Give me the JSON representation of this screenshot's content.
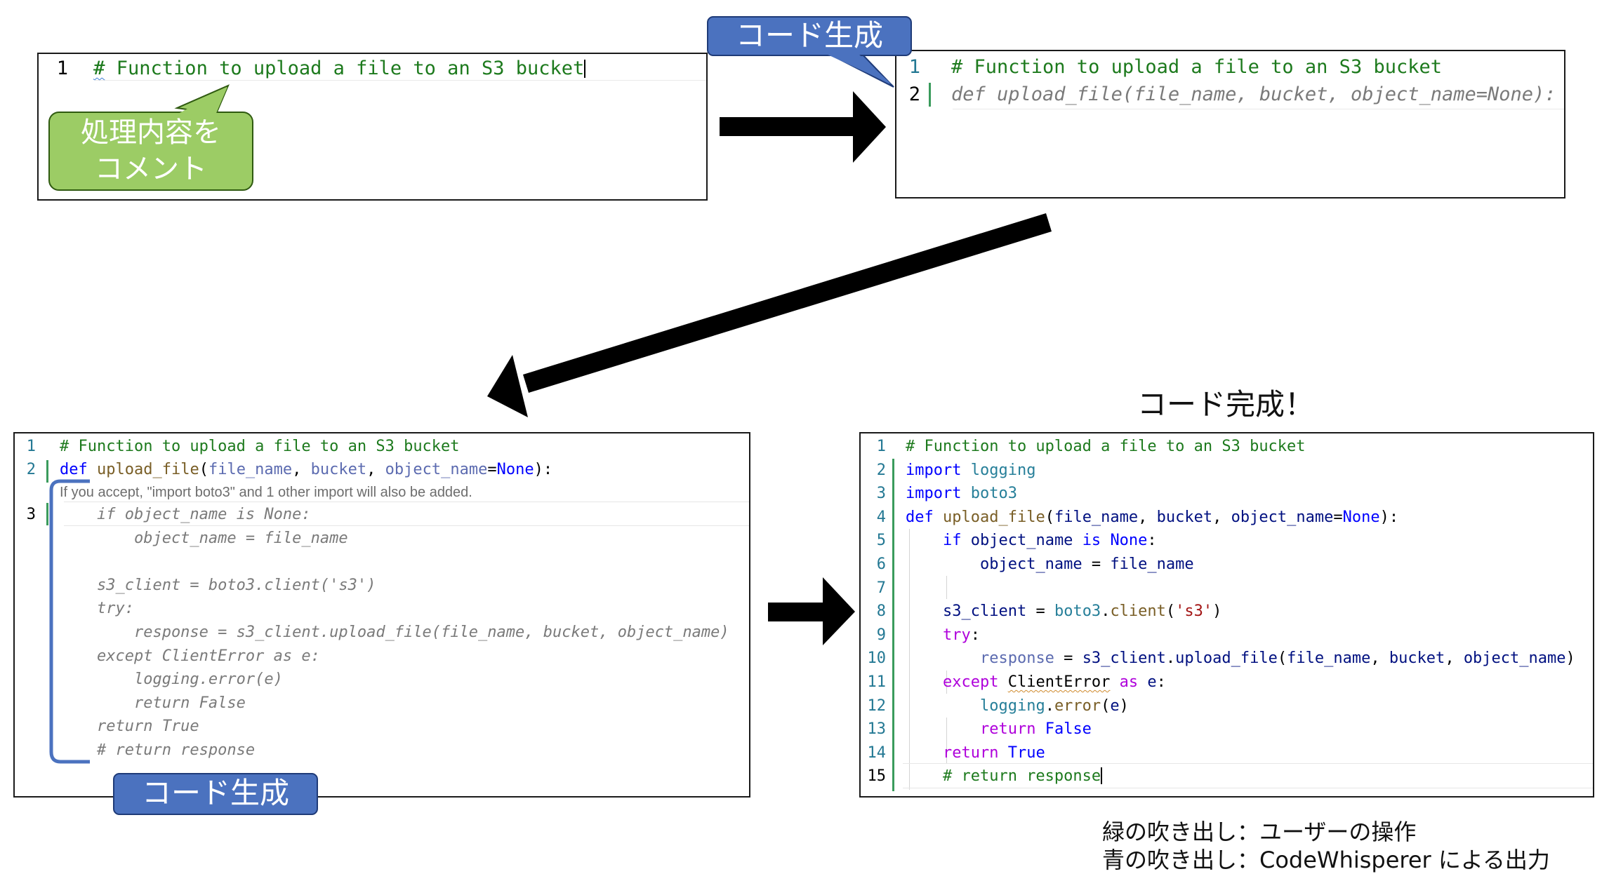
{
  "colors": {
    "green_callout": "#9ccc65",
    "blue_callout": "#4b72bf",
    "arrow": "#000000"
  },
  "panel1": {
    "line_number": "1",
    "comment": "# Function to upload a file to an S3 bucket"
  },
  "callout_green": {
    "line1": "処理内容を",
    "line2": "コメント"
  },
  "callout_blue_top": {
    "text": "コード生成"
  },
  "callout_blue_bottom": {
    "text": "コード生成"
  },
  "panel2": {
    "lines": [
      {
        "n": "1",
        "text": "# Function to upload a file to an S3 bucket"
      },
      {
        "n": "2",
        "text": "def upload_file(file_name, bucket, object_name=None):"
      }
    ]
  },
  "panel3": {
    "line1_n": "1",
    "line1": "# Function to upload a file to an S3 bucket",
    "line2_n": "2",
    "line2_def": "def",
    "line2_fn": "upload_file",
    "line2_p1": "file_name",
    "line2_p2": "bucket",
    "line2_p3": "object_name",
    "line2_none": "None",
    "hint": "If you accept, \"import boto3\" and 1 other import will also be added.",
    "line3_n": "3",
    "ghost_lines": [
      "    if object_name is None:",
      "        object_name = file_name",
      "",
      "    s3_client = boto3.client('s3')",
      "    try:",
      "        response = s3_client.upload_file(file_name, bucket, object_name)",
      "    except ClientError as e:",
      "        logging.error(e)",
      "        return False",
      "    return True",
      "    # return response"
    ]
  },
  "completed_title": "コード完成！",
  "panel4": {
    "numbers": [
      "1",
      "2",
      "3",
      "4",
      "5",
      "6",
      "7",
      "8",
      "9",
      "10",
      "11",
      "12",
      "13",
      "14",
      "15"
    ],
    "l1": "# Function to upload a file to an S3 bucket",
    "l2_kw": "import",
    "l2_mod": "logging",
    "l3_kw": "import",
    "l3_mod": "boto3",
    "l4_def": "def",
    "l4_fn": "upload_file",
    "l4_p1": "file_name",
    "l4_p2": "bucket",
    "l4_p3": "object_name",
    "l4_none": "None",
    "l5_if": "if",
    "l5_var": "object_name",
    "l5_is": "is",
    "l5_none": "None",
    "l6_var": "object_name",
    "l6_val": "file_name",
    "l8_var": "s3_client",
    "l8_mod": "boto3",
    "l8_fn": "client",
    "l8_str": "'s3'",
    "l9_kw": "try",
    "l10_var": "response",
    "l10_obj": "s3_client",
    "l10_fn": "upload_file",
    "l10_a1": "file_name",
    "l10_a2": "bucket",
    "l10_a3": "object_name",
    "l11_kw": "except",
    "l11_cls": "ClientError",
    "l11_as": "as",
    "l11_var": "e",
    "l12_obj": "logging",
    "l12_fn": "error",
    "l12_arg": "e",
    "l13_kw": "return",
    "l13_val": "False",
    "l14_kw": "return",
    "l14_val": "True",
    "l15": "# return response"
  },
  "legend": {
    "green": "緑の吹き出し：ユーザーの操作",
    "blue": "青の吹き出し：CodeWhisperer による出力"
  }
}
